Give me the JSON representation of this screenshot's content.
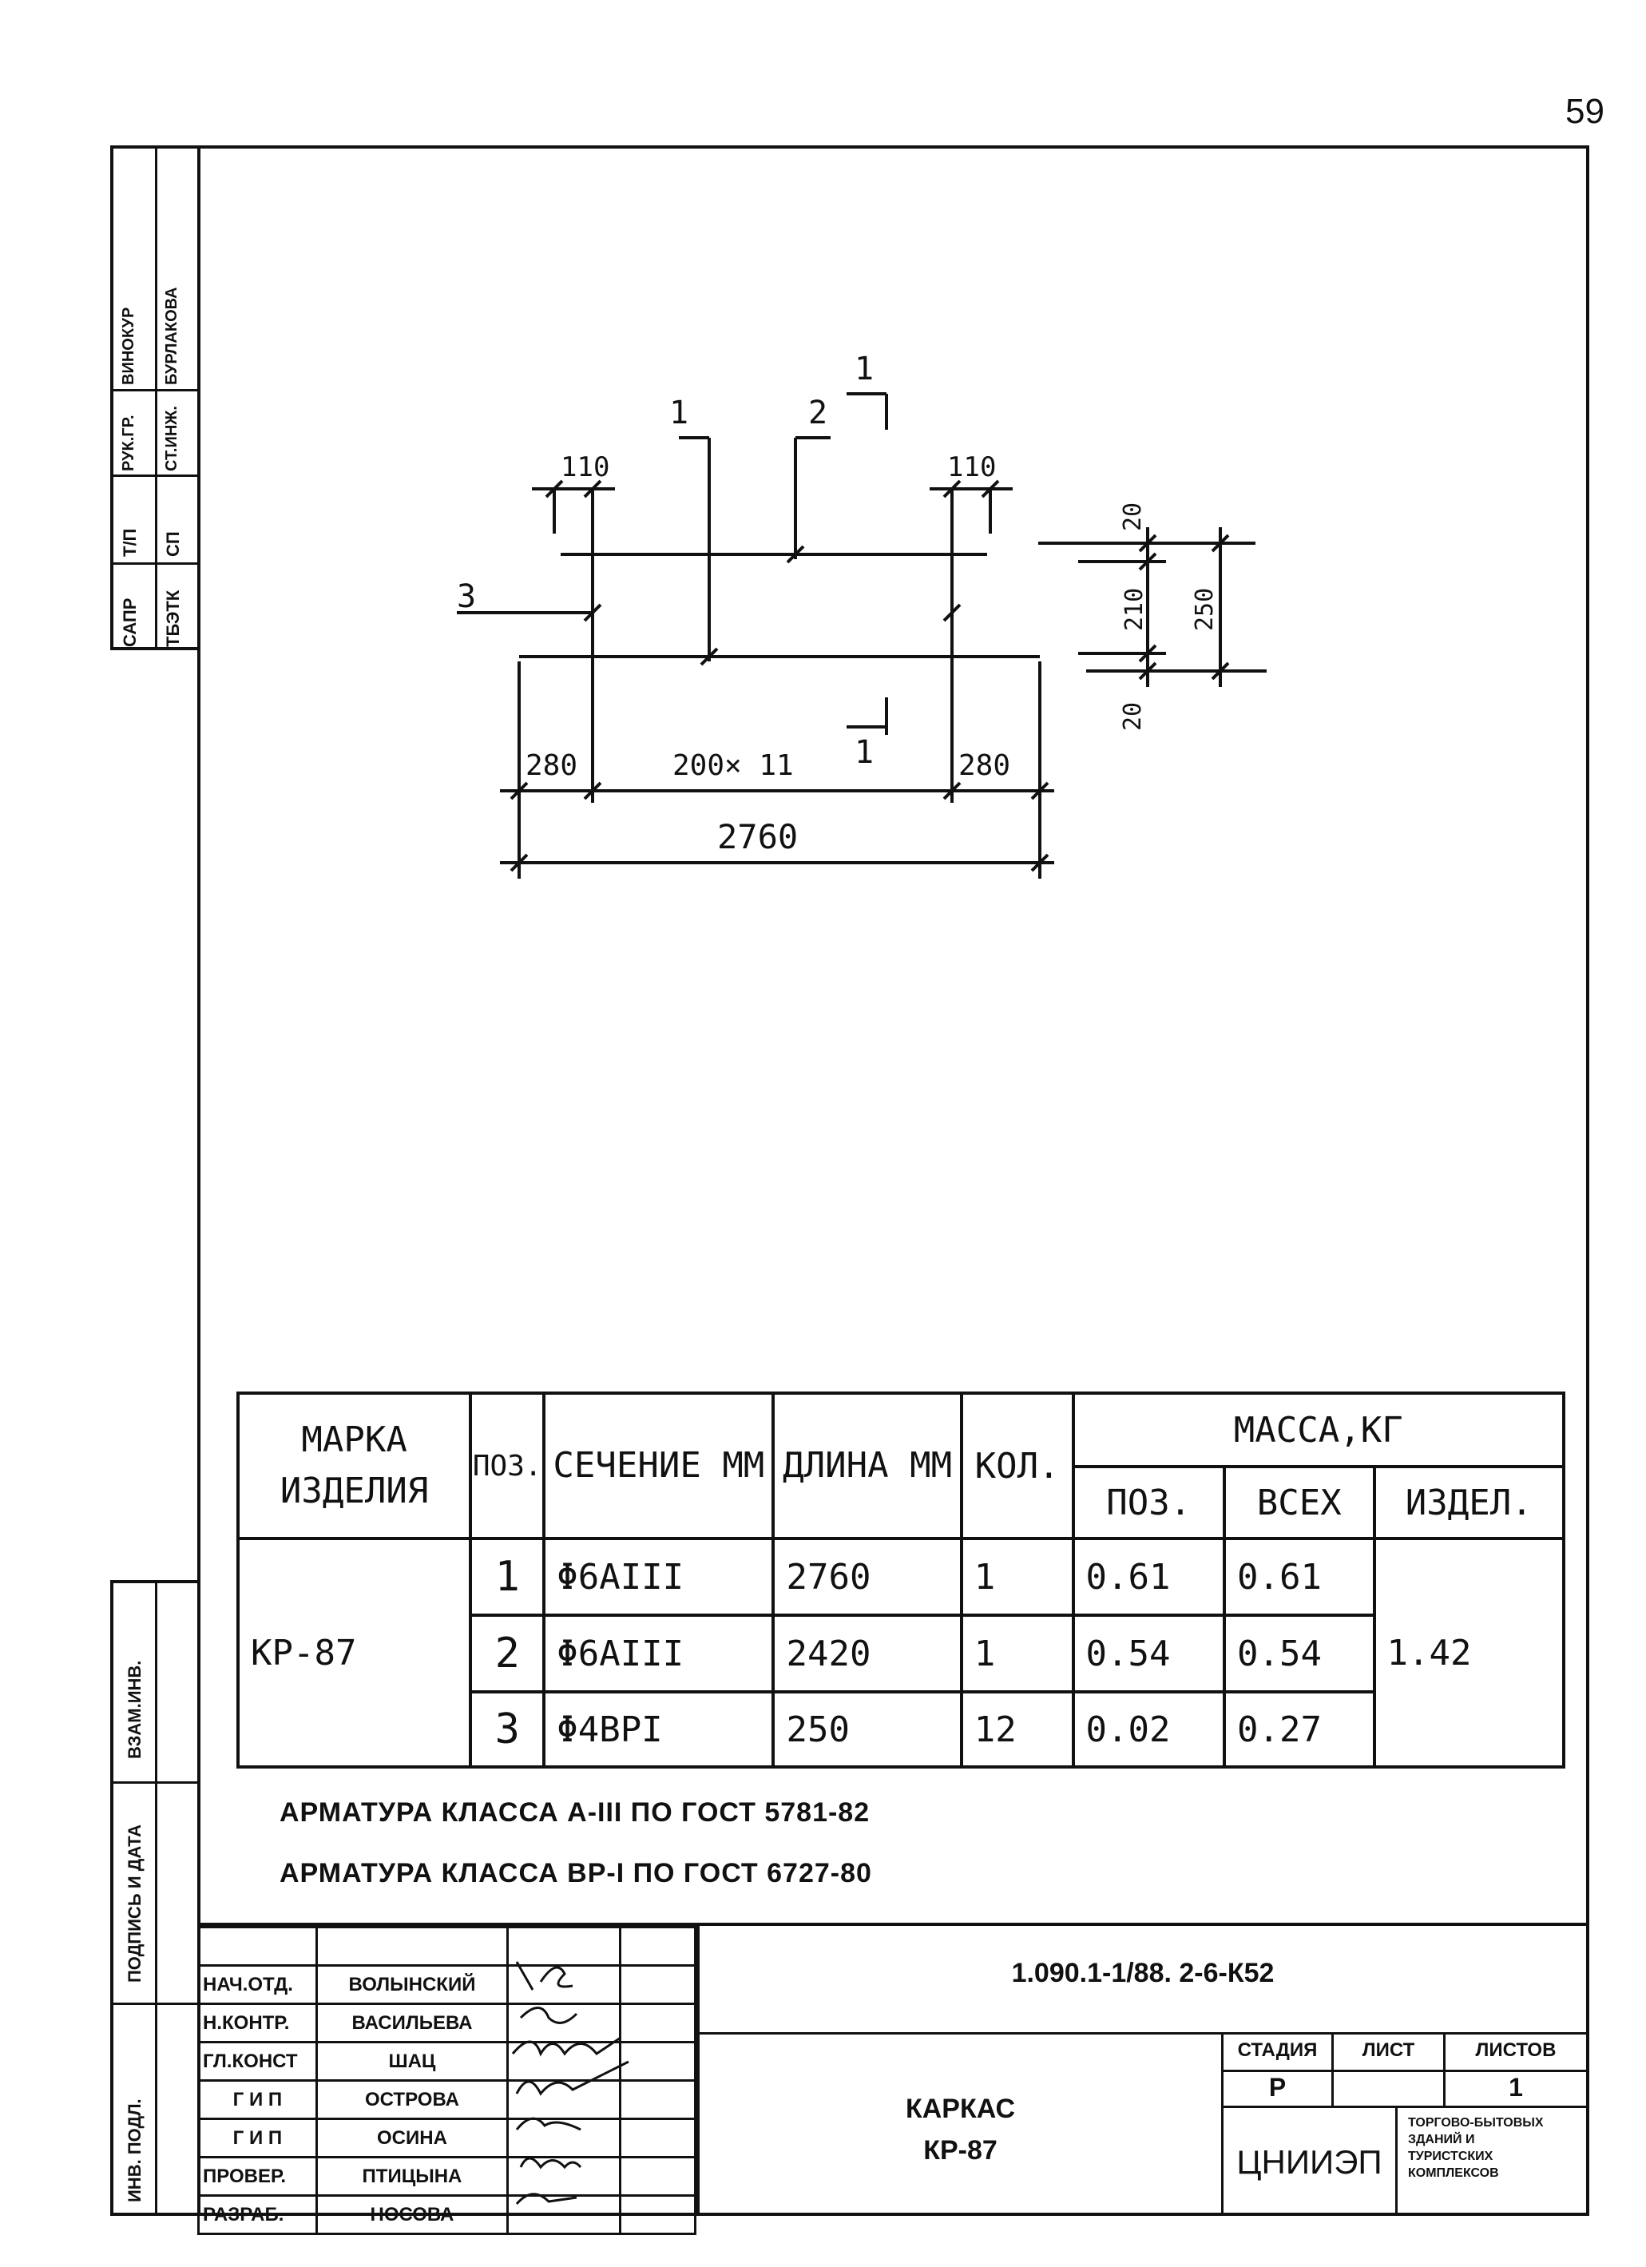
{
  "page_number": "59",
  "left_stamp": {
    "cells": [
      [
        "САПР",
        "ТБЭТК"
      ],
      [
        "Т/П",
        "СП"
      ],
      [
        "РУК.ГР.",
        "СТ.ИНЖ."
      ],
      [
        "ВИНОКУР",
        "БУРЛАКОВА"
      ]
    ],
    "lower_labels": [
      "ВЗАМ.ИНВ.",
      "ПОДПИСЬ И ДАТА",
      "ИНВ. ПОДЛ."
    ]
  },
  "drawing": {
    "labels": {
      "pos1": "1",
      "pos2": "2",
      "pos3": "3",
      "sec_top": "1",
      "sec_bottom": "1",
      "dim_110_left": "110",
      "dim_110_right": "110",
      "dim_280_left": "280",
      "dim_200x11": "200× 11",
      "dim_280_right": "280",
      "dim_2760": "2760",
      "dim_20_top": "20",
      "dim_210": "210",
      "dim_250": "250",
      "dim_20_bottom": "20"
    }
  },
  "spec_table": {
    "headers": {
      "mark": "МАРКА ИЗДЕЛИЯ",
      "pos": "ПОЗ.",
      "section": "СЕЧЕНИЕ ММ",
      "length": "ДЛИНА ММ",
      "qty": "КОЛ.",
      "mass": "МАССА,КГ",
      "mass_pos": "ПОЗ.",
      "mass_all": "ВСЕХ",
      "mass_item": "ИЗДЕЛ."
    },
    "mark": "КР-87",
    "item_mass": "1.42",
    "rows": [
      {
        "pos": "1",
        "section": "Φ6AIII",
        "length": "2760",
        "qty": "1",
        "mass_pos": "0.61",
        "mass_all": "0.61"
      },
      {
        "pos": "2",
        "section": "Φ6AIII",
        "length": "2420",
        "qty": "1",
        "mass_pos": "0.54",
        "mass_all": "0.54"
      },
      {
        "pos": "3",
        "section": "Φ4ВРI",
        "length": "250",
        "qty": "12",
        "mass_pos": "0.02",
        "mass_all": "0.27"
      }
    ]
  },
  "notes": [
    "АРМАТУРА КЛАССА А-III ПО ГОСТ 5781-82",
    "АРМАТУРА КЛАССА ВР-I ПО ГОСТ 6727-80"
  ],
  "title_block": {
    "people": [
      {
        "role": "НАЧ.ОТД.",
        "name": "ВОЛЫНСКИЙ"
      },
      {
        "role": "Н.КОНТР.",
        "name": "ВАСИЛЬЕВА"
      },
      {
        "role": "ГЛ.КОНСТ",
        "name": "ШАЦ"
      },
      {
        "role": "Г И П",
        "name": "ОСТРОВА"
      },
      {
        "role": "Г И П",
        "name": "ОСИНА"
      },
      {
        "role": "ПРОВЕР.",
        "name": "ПТИЦЫНА"
      },
      {
        "role": "РАЗРАБ.",
        "name": "НОСОВА"
      }
    ],
    "doc_code": "1.090.1-1/88. 2-6-К52",
    "title_line1": "КАРКАС",
    "title_line2": "КР-87",
    "stage_label": "СТАДИЯ",
    "sheet_label": "ЛИСТ",
    "sheets_label": "ЛИСТОВ",
    "stage": "Р",
    "sheets": "1",
    "org": "ЦНИИЭП",
    "org_sub": "ТОРГОВО-БЫТОВЫХ ЗДАНИЙ И ТУРИСТСКИХ КОМПЛЕКСОВ"
  }
}
